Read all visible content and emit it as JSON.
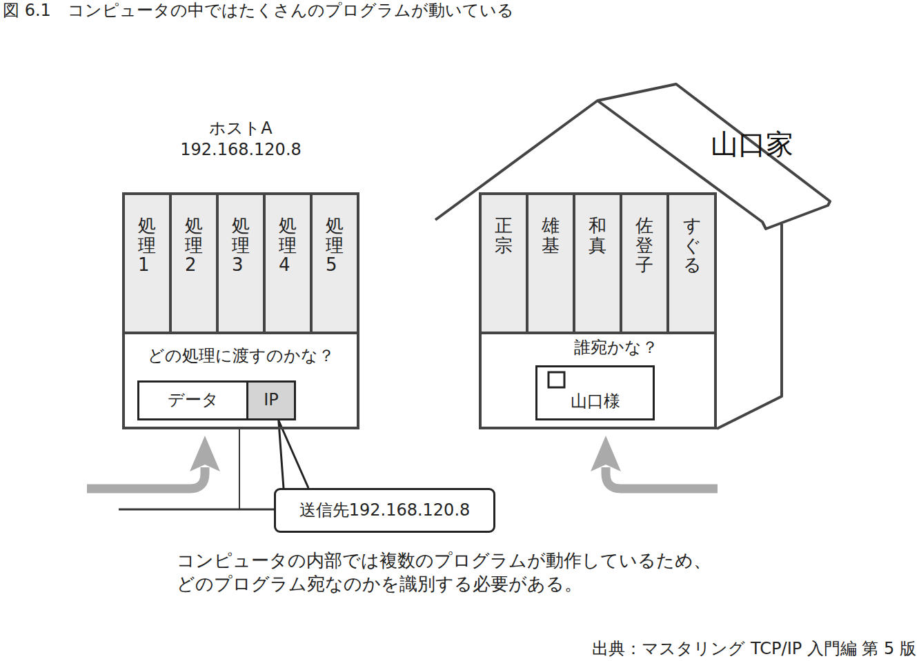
{
  "diagram": {
    "title": "図 6.1　コンピュータの中ではたくさんのプログラムが動いている",
    "caption": "コンピュータの内部では複数のプログラムが動作しているため、 どのプログラム宛なのかを識別する必要がある。",
    "nodes": [
      {
        "text": [
          "ホストA 192.168.120.8",
          "どの処理に渡すのかな？"
        ]
      },
      {
        "text": [
          "処理1"
        ],
        "in": 0
      },
      {
        "text": [
          "処理2"
        ],
        "in": 0
      },
      {
        "text": [
          "処理3"
        ],
        "in": 0
      },
      {
        "text": [
          "処理4"
        ],
        "in": 0
      },
      {
        "text": [
          "処理5"
        ],
        "in": 0
      },
      {
        "text": [
          "データ"
        ],
        "in": 0
      },
      {
        "text": [
          "IP"
        ],
        "in": 0
      },
      {
        "text": [
          "送信先192.168.120.8"
        ]
      },
      {
        "text": [
          "山口家",
          "誰宛かな？"
        ]
      },
      {
        "text": [
          "正宗"
        ],
        "in": 9
      },
      {
        "text": [
          "雄基"
        ],
        "in": 9
      },
      {
        "text": [
          "和真"
        ],
        "in": 9
      },
      {
        "text": [
          "佐登子"
        ],
        "in": 9
      },
      {
        "text": [
          "すぐる"
        ],
        "in": 9
      },
      {
        "text": [
          "山口様"
        ],
        "in": 9
      }
    ],
    "edges": [
      {
        "from": 8,
        "to": 7,
        "arrow": "none"
      }
    ],
    "labels": [
      "出典：マスタリング TCP/IP 入門編 第 5 版"
    ]
  }
}
